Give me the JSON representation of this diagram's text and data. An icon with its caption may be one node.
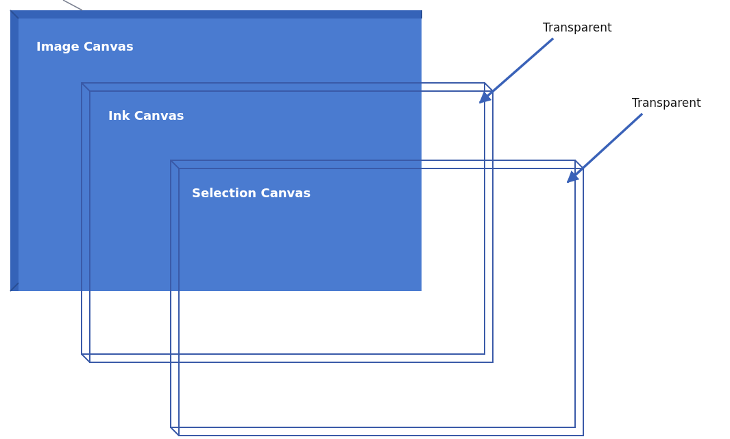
{
  "diagram": {
    "nodes": [
      {
        "text": [
          "Image Canvas"
        ]
      },
      {
        "text": [
          "Ink Canvas"
        ]
      },
      {
        "text": [
          "Selection Canvas"
        ]
      },
      {
        "text": [
          "Transparent"
        ]
      },
      {
        "text": [
          "Transparent"
        ]
      }
    ],
    "edges": [
      {
        "from": null,
        "to": 0,
        "arrow": "none",
        "color": "#7a8090"
      },
      {
        "from": 3,
        "to": 1,
        "arrow": "to"
      },
      {
        "from": 4,
        "to": 2,
        "arrow": "to"
      }
    ]
  }
}
